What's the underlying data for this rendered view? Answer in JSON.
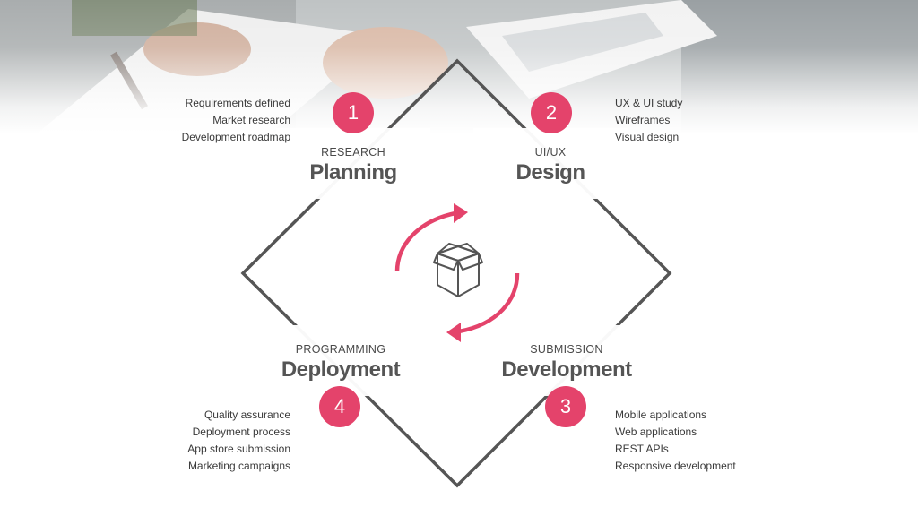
{
  "colors": {
    "accent": "#e4436b",
    "outline": "#555555",
    "text": "#3a3a3a"
  },
  "center_icon": "open-box-icon",
  "steps": [
    {
      "number": "1",
      "category": "RESEARCH",
      "title": "Planning",
      "items": [
        "Requirements defined",
        "Market research",
        "Development roadmap"
      ]
    },
    {
      "number": "2",
      "category": "UI/UX",
      "title": "Design",
      "items": [
        "UX & UI study",
        "Wireframes",
        "Visual design"
      ]
    },
    {
      "number": "3",
      "category": "SUBMISSION",
      "title": "Development",
      "items": [
        "Mobile applications",
        "Web applications",
        "REST APIs",
        "Responsive development"
      ]
    },
    {
      "number": "4",
      "category": "PROGRAMMING",
      "title": "Deployment",
      "items": [
        "Quality assurance",
        "Deployment process",
        "App store submission",
        "Marketing campaigns"
      ]
    }
  ]
}
